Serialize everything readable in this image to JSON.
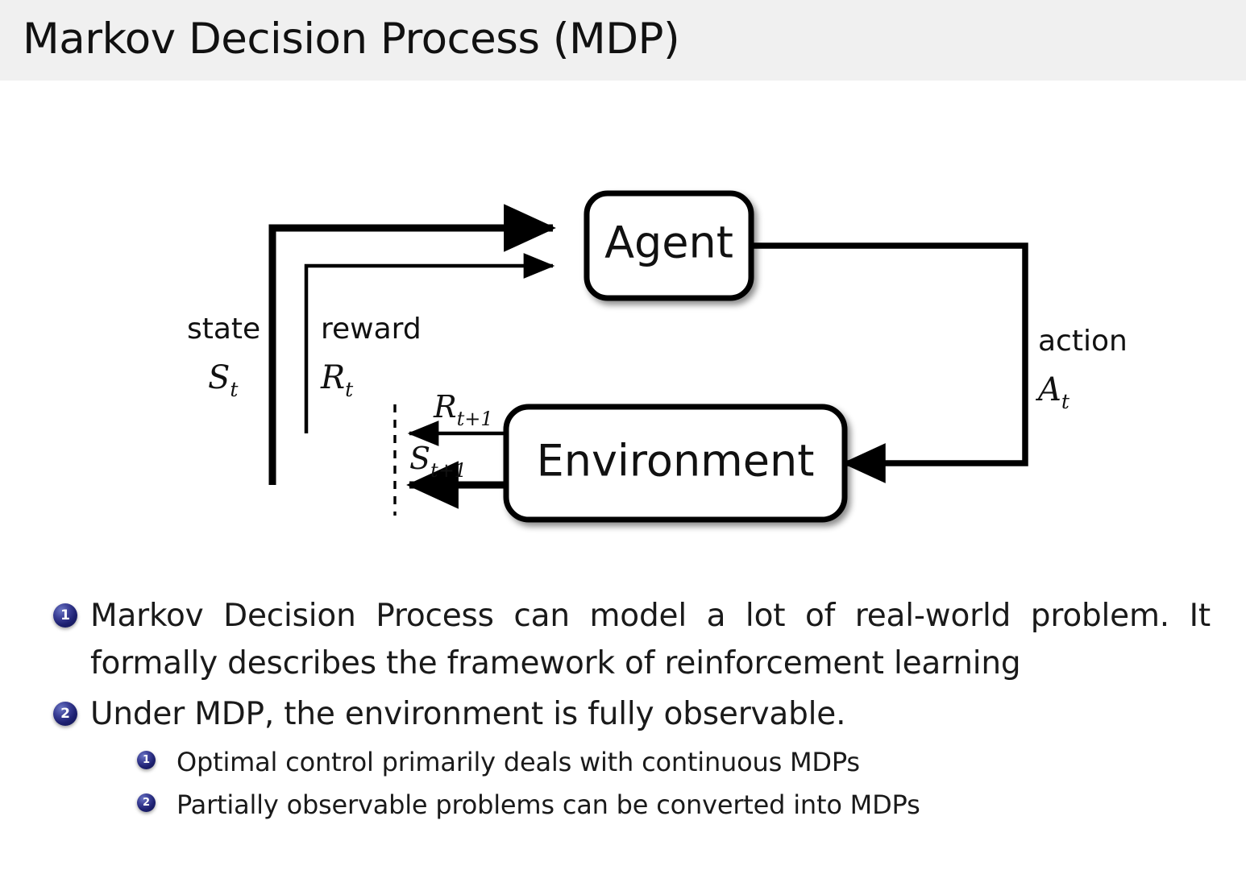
{
  "header": {
    "title": "Markov Decision Process (MDP)",
    "band_color": "#f0f0f0"
  },
  "diagram": {
    "name": "agent-environment-interaction-loop",
    "nodes": {
      "agent": "Agent",
      "environment": "Environment"
    },
    "edge_labels": {
      "state_word": "state",
      "state_symbol": "S",
      "state_subscript": "t",
      "reward_word": "reward",
      "reward_symbol": "R",
      "reward_subscript": "t",
      "action_word": "action",
      "action_symbol": "A",
      "action_subscript": "t",
      "reward_next_symbol": "R",
      "reward_next_subscript": "t+1",
      "state_next_symbol": "S",
      "state_next_subscript": "t+1"
    },
    "stroke_color": "#000000",
    "box_fill": "#ffffff"
  },
  "bullets": {
    "badge_color": "#1d2070",
    "items": [
      {
        "number": "1",
        "text": "Markov Decision Process can model a lot of real-world problem. It formally describes the framework of reinforcement learning",
        "children": []
      },
      {
        "number": "2",
        "text": "Under MDP, the environment is fully observable.",
        "children": [
          {
            "number": "1",
            "text": "Optimal control primarily deals with continuous MDPs"
          },
          {
            "number": "2",
            "text": "Partially observable problems can be converted into MDPs"
          }
        ]
      }
    ]
  }
}
